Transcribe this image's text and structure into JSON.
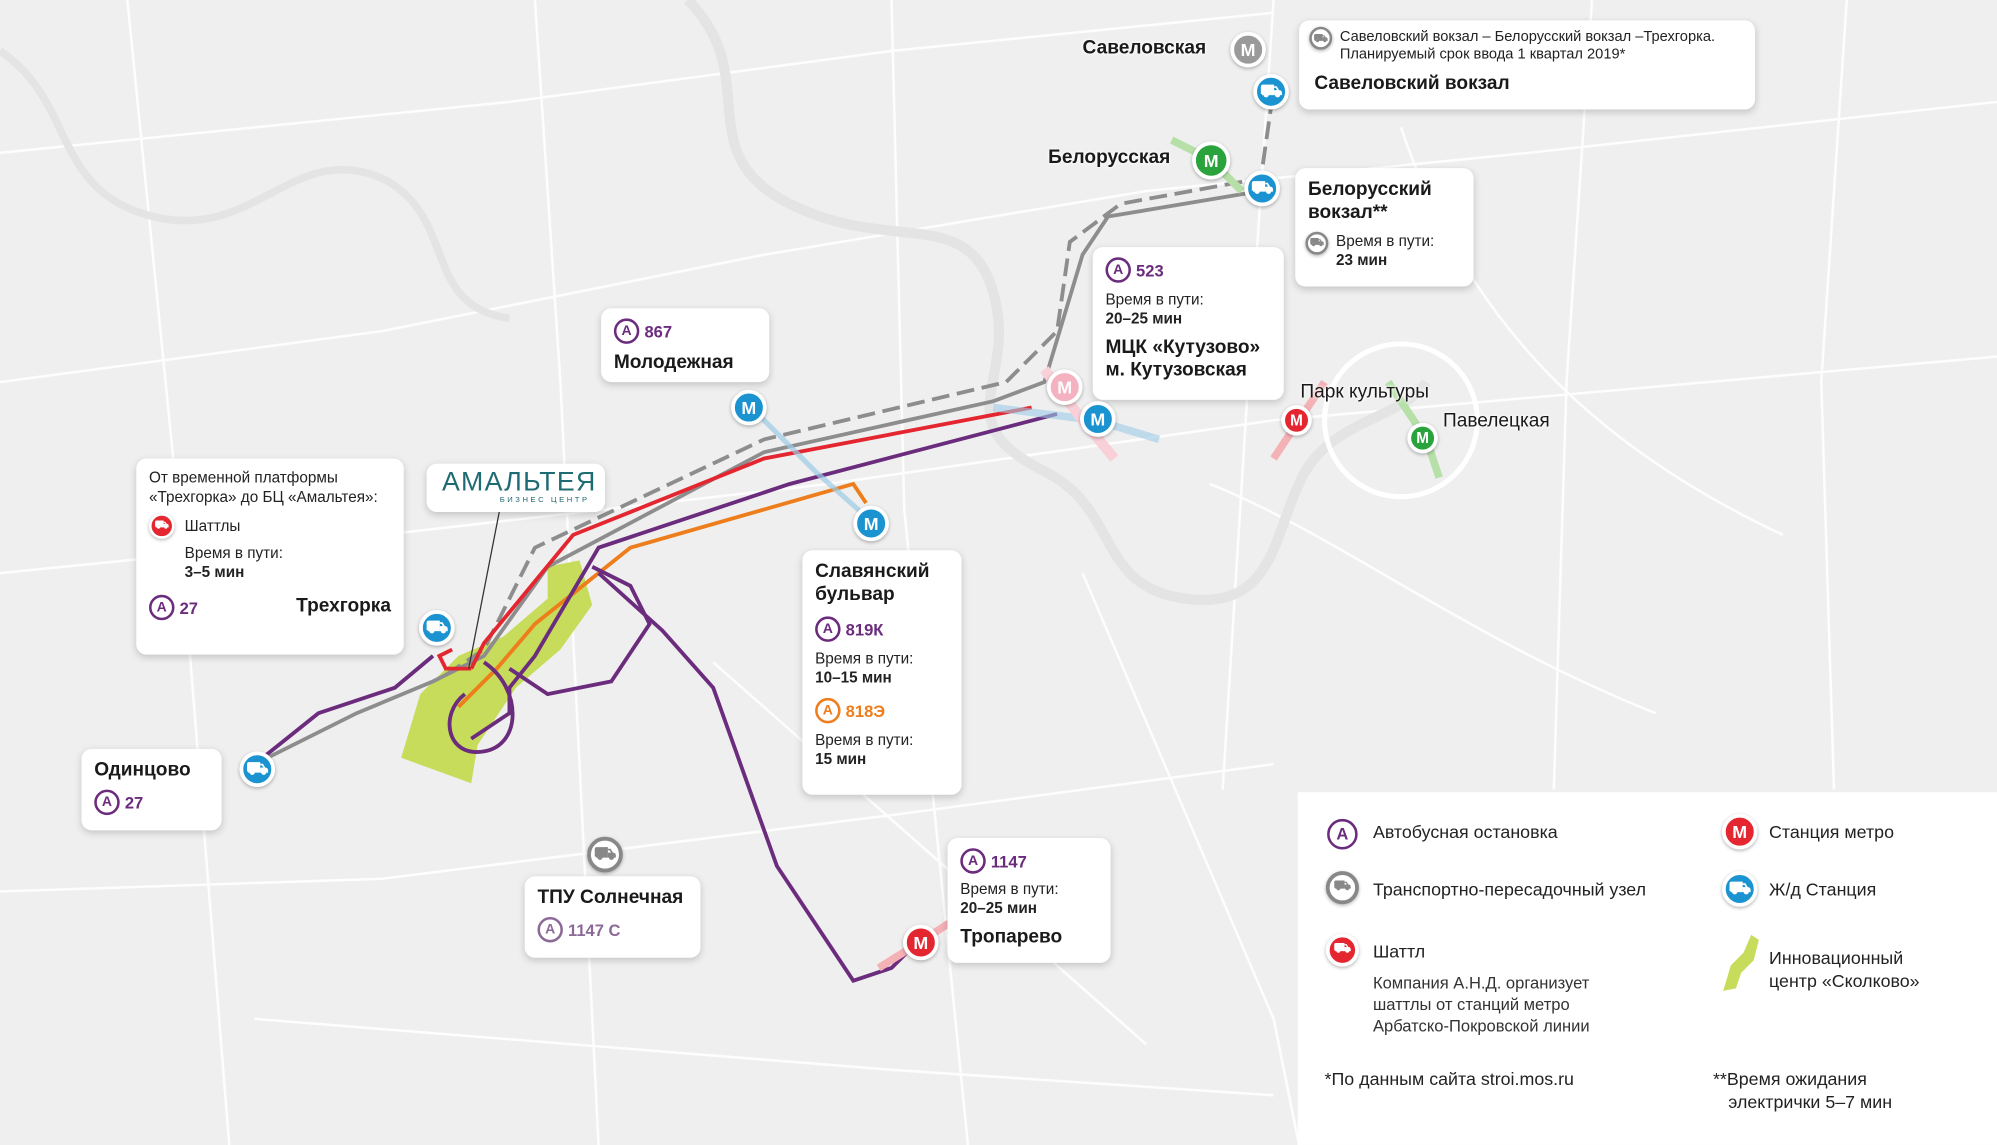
{
  "brand": {
    "name": "АМАЛЬТЕЯ",
    "sub": "БИЗНЕС ЦЕНТР"
  },
  "colors": {
    "bus": "#6b2c7d",
    "shuttle": "#e3262f",
    "orange": "#ee7d1b",
    "rail": "#1b93d1",
    "metro_red": "#e3262f",
    "metro_green": "#2ba33d",
    "metro_blue": "#1b93d1",
    "skolkovo": "#c6dc5a",
    "rail_line": "#8d8d8d"
  },
  "savelovsky_note": {
    "line1": "Савеловский вокзал – Белорусский вокзал –Трехгорка.",
    "line2": "Планируемый срок ввода 1 квартал 2019*",
    "station": "Савеловский вокзал"
  },
  "belorussky_card": {
    "name": "Белорусский вокзал**",
    "time_label": "Время в пути:",
    "time": "23 мин"
  },
  "kutuzovo_card": {
    "route": "523",
    "time_label": "Время в пути:",
    "time": "20–25 мин",
    "name1": "МЦК «Кутузово»",
    "name2": "м. Кутузовская"
  },
  "molodezhnaya_card": {
    "route": "867",
    "name": "Молодежная"
  },
  "trekhgorka_card": {
    "line1": "От временной платформы",
    "line2": "«Трехгорка» до БЦ «Амальтея»:",
    "shuttle": "Шаттлы",
    "time_label": "Время в пути:",
    "time": "3–5 мин",
    "route": "27",
    "name": "Трехгорка"
  },
  "slavyansky_card": {
    "name1": "Славянский",
    "name2": "бульвар",
    "route1": "819К",
    "time_label1": "Время в пути:",
    "time1": "10–15 мин",
    "route2": "818Э",
    "time_label2": "Время в пути:",
    "time2": "15 мин"
  },
  "odintsovo_card": {
    "name": "Одинцово",
    "route": "27"
  },
  "solnechnaya_card": {
    "name": "ТПУ Солнечная",
    "route": "1147 С"
  },
  "troparevo_card": {
    "route": "1147",
    "time_label": "Время в пути:",
    "time": "20–25 мин",
    "name": "Тропарево"
  },
  "map_labels": {
    "savelovskaya": "Савеловская",
    "belorusskaya": "Белорусская",
    "park_kultury": "Парк культуры",
    "paveletskaya": "Павелецкая"
  },
  "bus_letter": "A",
  "metro_letter": "M",
  "legend": {
    "bus_stop": "Автобусная остановка",
    "tpu": "Транспортно-пересадочный узел",
    "shuttle": "Шаттл",
    "shuttle_note": [
      "Компания А.Н.Д. организует",
      "шаттлы от станций метро",
      "Арбатско-Покровской линии"
    ],
    "metro": "Станция метро",
    "rail": "Ж/д Станция",
    "skolkovo": [
      "Инновационный",
      "центр «Сколково»"
    ],
    "footnote1": "*По данным сайта stroi.mos.ru",
    "footnote2": [
      "**Время ожидания",
      "электрички 5–7 мин"
    ]
  }
}
